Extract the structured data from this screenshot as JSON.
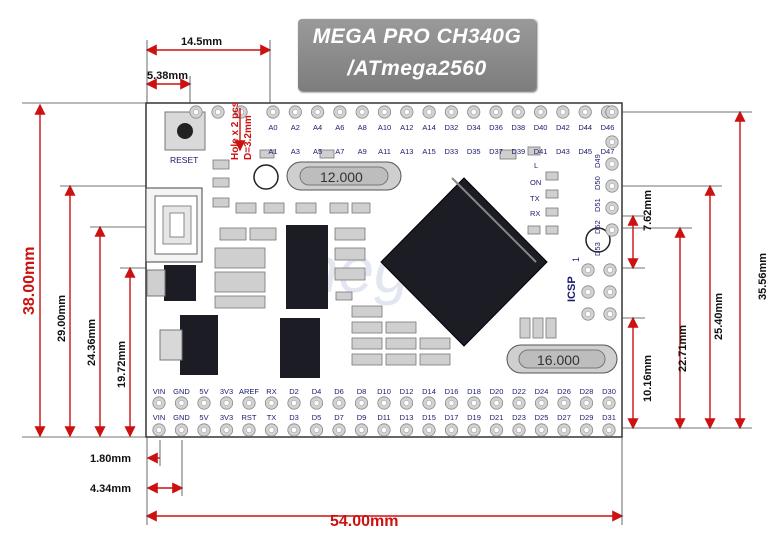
{
  "title": {
    "line1": "MEGA PRO CH340G",
    "line2": "/ATmega2560"
  },
  "watermark": "thegioiic",
  "dimensions": {
    "top_width_1": "14.5mm",
    "top_width_2": "5.38mm",
    "hole_note_1": "Hole x 2 pcs",
    "hole_note_2": "D=3.2mm",
    "left_height_main": "38.00mm",
    "left_height_2": "29.00mm",
    "left_height_3": "24.36mm",
    "left_height_4": "19.72mm",
    "bottom_small_1": "1.80mm",
    "bottom_small_2": "4.34mm",
    "bottom_width": "54.00mm",
    "right_1": "7.62mm",
    "right_2": "10.16mm",
    "right_3": "22.71mm",
    "right_4": "25.40mm",
    "right_5": "35.56mm"
  },
  "board": {
    "reset_label": "RESET",
    "crystal_1": "12.000",
    "crystal_2": "16.000",
    "icsp_label": "ICSP",
    "icsp_pin1": "1",
    "led_labels": [
      "L",
      "ON",
      "TX",
      "RX"
    ],
    "right_pins": [
      "D49",
      "D50",
      "D51",
      "D52",
      "D53"
    ],
    "top_row_1": [
      "A0",
      "A2",
      "A4",
      "A6",
      "A8",
      "A10",
      "A12",
      "A14",
      "D32",
      "D34",
      "D36",
      "D38",
      "D40",
      "D42",
      "D44",
      "D46"
    ],
    "top_row_2": [
      "A1",
      "A3",
      "A5",
      "A7",
      "A9",
      "A11",
      "A13",
      "A15",
      "D33",
      "D35",
      "D37",
      "D39",
      "D41",
      "D43",
      "D45",
      "D47"
    ],
    "bottom_row_1": [
      "VIN",
      "GND",
      "5V",
      "3V3",
      "AREF",
      "RX",
      "D2",
      "D4",
      "D6",
      "D8",
      "D10",
      "D12",
      "D14",
      "D16",
      "D18",
      "D20",
      "D22",
      "D24",
      "D26",
      "D28",
      "D30"
    ],
    "bottom_row_2": [
      "VIN",
      "GND",
      "5V",
      "3V3",
      "RST",
      "TX",
      "D3",
      "D5",
      "D7",
      "D9",
      "D11",
      "D13",
      "D15",
      "D17",
      "D19",
      "D21",
      "D23",
      "D25",
      "D27",
      "D29",
      "D31"
    ]
  },
  "colors": {
    "dimension_red": "#cc1111",
    "board_bg": "#ffffff",
    "chip": "#1c1c24",
    "pin_label": "#1a1a6e"
  }
}
